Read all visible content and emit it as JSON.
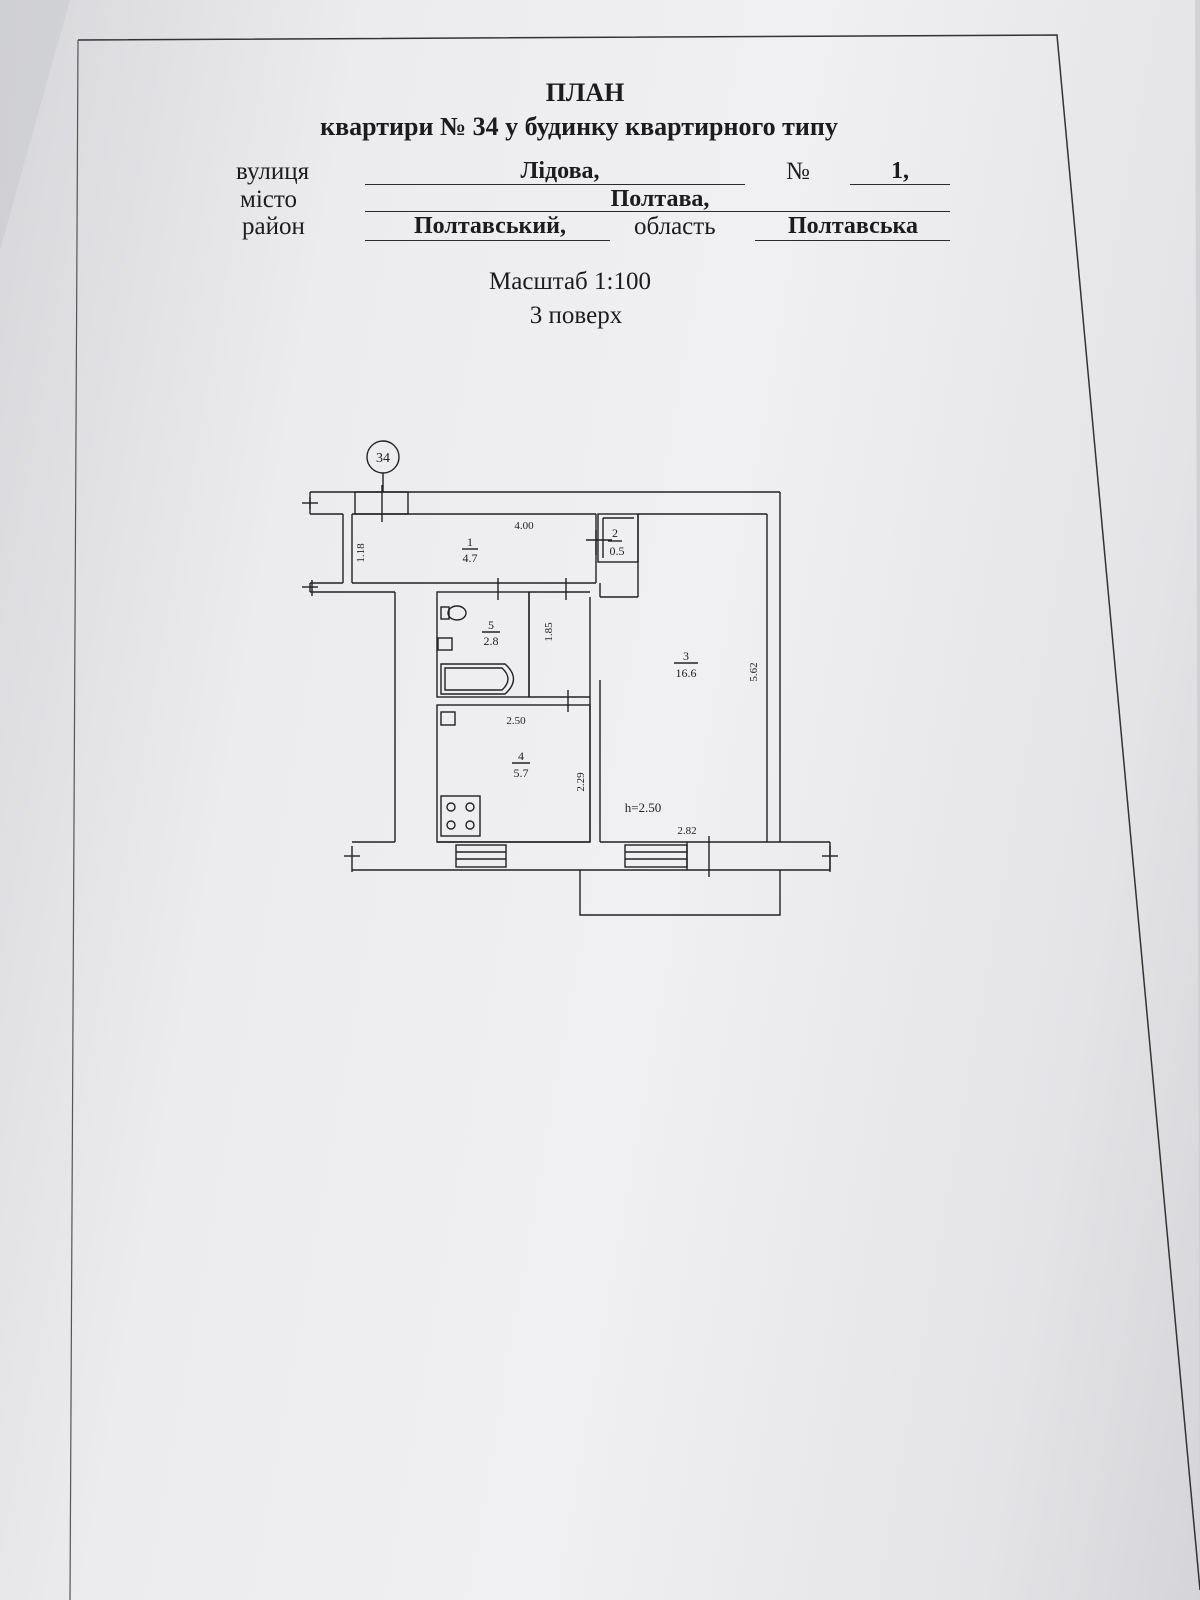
{
  "header": {
    "title": "ПЛАН",
    "subtitle": "квартири  № 34 у будинку квартирного типу"
  },
  "address": {
    "street_label": "вулиця",
    "street_value": "Лідова,",
    "number_label": "№",
    "number_value": "1,",
    "city_label": "місто",
    "city_value": "Полтава,",
    "district_label": "район",
    "district_value": "Полтавський,",
    "region_label": "область",
    "region_value": "Полтавська"
  },
  "scale": "Масштаб 1:100",
  "floor": "3 поверх",
  "plan": {
    "apartment_marker": "34",
    "rooms": [
      {
        "number": "1",
        "area": "4.7"
      },
      {
        "number": "2",
        "area": "0.5"
      },
      {
        "number": "3",
        "area": "16.6"
      },
      {
        "number": "4",
        "area": "5.7"
      },
      {
        "number": "5",
        "area": "2.8"
      }
    ],
    "dimensions": {
      "d1": "4.00",
      "d2": "1.18",
      "d3": "1.85",
      "d4": "5.62",
      "d5": "2.50",
      "d6": "2.29",
      "d7": "2.82",
      "ceiling": "h=2.50"
    }
  }
}
